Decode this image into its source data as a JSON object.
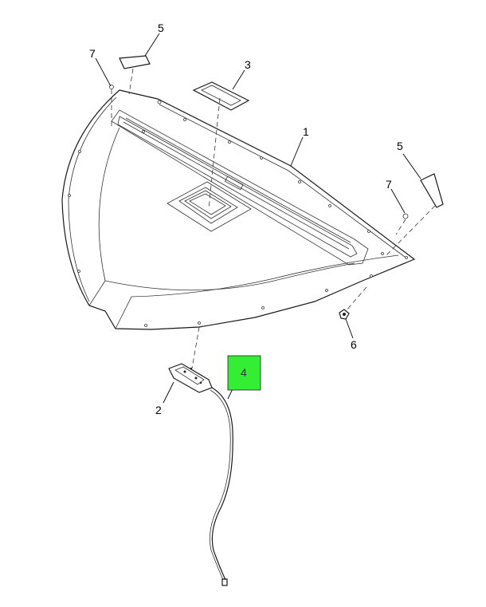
{
  "diagram": {
    "highlight_color": "#33ee33",
    "callouts": [
      {
        "id": "c1",
        "label": "1"
      },
      {
        "id": "c2",
        "label": "2"
      },
      {
        "id": "c3",
        "label": "3"
      },
      {
        "id": "c4",
        "label": "4",
        "highlighted": true
      },
      {
        "id": "c5a",
        "label": "5"
      },
      {
        "id": "c5b",
        "label": "5"
      },
      {
        "id": "c6",
        "label": "6"
      },
      {
        "id": "c7a",
        "label": "7"
      },
      {
        "id": "c7b",
        "label": "7"
      }
    ]
  }
}
